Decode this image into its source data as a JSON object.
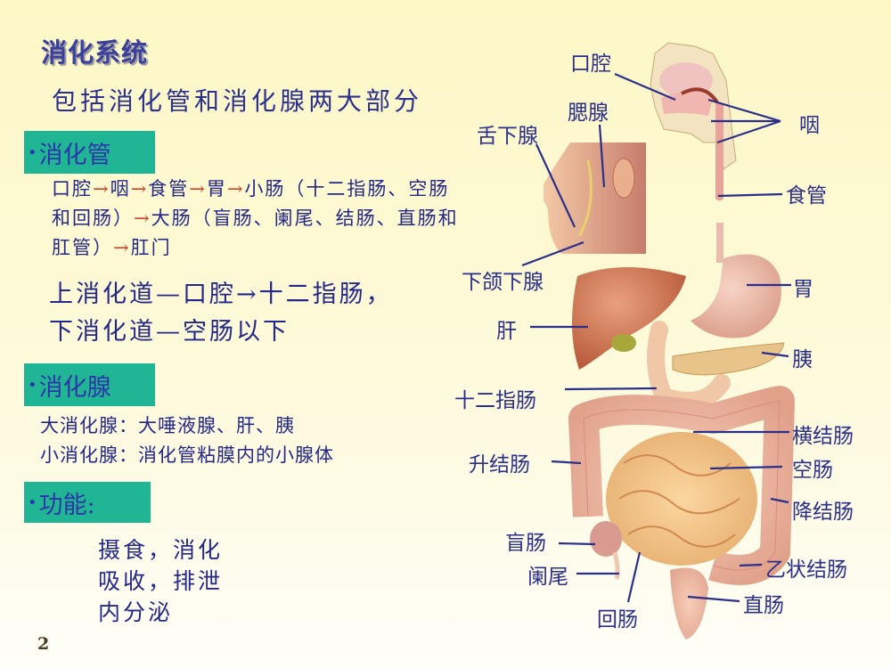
{
  "slide": {
    "title": "消化系统",
    "subtitle": "包括消化管和消化腺两大部分",
    "page_number": "2"
  },
  "sections": {
    "digestive_tract": {
      "header": "消化管",
      "bullet": "•",
      "flow": [
        {
          "text": "口腔",
          "arrow_after": true
        },
        {
          "text": "咽",
          "arrow_after": true
        },
        {
          "text": "食管",
          "arrow_after": true
        },
        {
          "text": "胃",
          "arrow_after": true
        },
        {
          "text": "小肠（十二指肠、空肠和回肠）",
          "arrow_after": true
        },
        {
          "text": "大肠（盲肠、阑尾、结肠、直肠和肛管）",
          "arrow_after": true
        },
        {
          "text": "肛门",
          "arrow_after": false
        }
      ],
      "arrow_glyph": "→",
      "upper": "上消化道—口腔→十二指肠，",
      "lower": "下消化道—空肠以下"
    },
    "digestive_glands": {
      "header": "消化腺",
      "bullet": "•",
      "major": "大消化腺：大唾液腺、肝、胰",
      "minor": "小消化腺：消化管粘膜内的小腺体"
    },
    "functions": {
      "header": "功能:",
      "bullet": "•",
      "lines": [
        "摄食，消化",
        "吸收，排泄",
        "内分泌"
      ]
    }
  },
  "diagram": {
    "labels": {
      "oral_cavity": "口腔",
      "parotid_gland": "腮腺",
      "sublingual_gland": "舌下腺",
      "pharynx": "咽",
      "esophagus": "食管",
      "submandibular_gland": "下颌下腺",
      "stomach": "胃",
      "liver": "肝",
      "pancreas": "胰",
      "duodenum": "十二指肠",
      "transverse_colon": "横结肠",
      "ascending_colon": "升结肠",
      "jejunum": "空肠",
      "descending_colon": "降结肠",
      "cecum": "盲肠",
      "appendix": "阑尾",
      "sigmoid_colon": "乙状结肠",
      "rectum": "直肠",
      "ileum": "回肠"
    }
  },
  "colors": {
    "tag_bg": "#1fb595",
    "text": "#23278a",
    "arrow": "#d6452a",
    "label_line": "#2a2f8c"
  }
}
